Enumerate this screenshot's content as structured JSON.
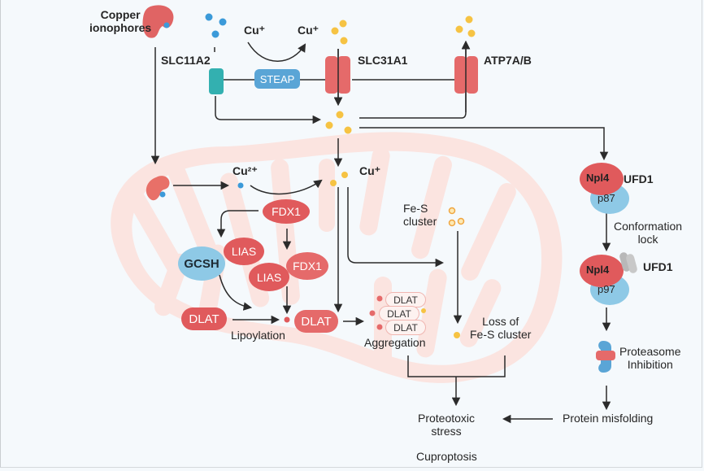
{
  "figure": {
    "title": "Cuproptosis",
    "colors": {
      "copper_ion": "#f6c343",
      "cu2_ion": "#3b9ad9",
      "protein_red": "#e05a5c",
      "protein_blue": "#8ec9e6",
      "transporter_teal": "#33b0b0",
      "mitochondrion": "#fbe3df",
      "arrow": "#2b2b2b"
    }
  },
  "extracellular": {
    "copper_ionophores": "Copper\nionophores",
    "slc11a2": "SLC11A2",
    "cu_plus_left": "Cu⁺",
    "cu_plus_right": "Cu⁺",
    "steap": "STEAP",
    "slc31a1": "SLC31A1",
    "atp7ab": "ATP7A/B"
  },
  "mitochondrion": {
    "cu2_plus": "Cu²⁺",
    "cu_plus": "Cu⁺",
    "fdx1_top": "FDX1",
    "gcsh": "GCSH",
    "lias_left": "LIAS",
    "lias_mid": "LIAS",
    "fdx1_mid": "FDX1",
    "dlat_left": "DLAT",
    "dlat_center": "DLAT",
    "lipoylation": "Lipoylation",
    "dlat_aggr": [
      "DLAT",
      "DLAT",
      "DLAT"
    ],
    "aggregation": "Aggregation",
    "fes_cluster": "Fe-S\ncluster",
    "loss_fes": "Loss of\nFe-S cluster"
  },
  "right_pathway": {
    "npl4_a": "Npl4",
    "p87": "p87",
    "ufd1_a": "UFD1",
    "conformation_lock": "Conformation\nlock",
    "npl4_b": "Npl4",
    "p97": "p97",
    "ufd1_b": "UFD1",
    "proteasome_inhibition": "Proteasome\nInhibition",
    "protein_misfolding": "Protein misfolding"
  },
  "outcome": {
    "proteotoxic_stress": "Proteotoxic\nstress",
    "cuproptosis": "Cuproptosis"
  }
}
